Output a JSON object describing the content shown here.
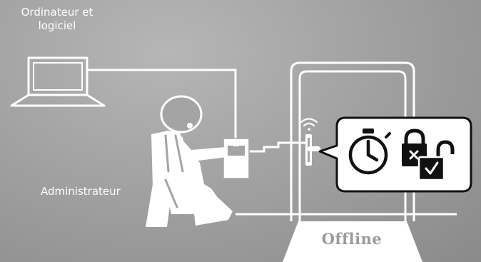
{
  "labels": {
    "computer_software": "Ordinateur et\nlogiciel",
    "administrator": "Administrateur",
    "offline": "Offline"
  },
  "icons": [
    "laptop-icon",
    "administrator-figure",
    "programming-device-icon",
    "door-icon",
    "wifi-signal-icon",
    "door-handle-icon",
    "stopwatch-icon",
    "lock-denied-icon",
    "lock-open-granted-icon"
  ],
  "colors": {
    "background": "#a4a4a4",
    "lines": "#ffffff",
    "callout_fill": "#ffffff",
    "icon_dark": "#111111",
    "offline_text": "#9a9a9a"
  }
}
